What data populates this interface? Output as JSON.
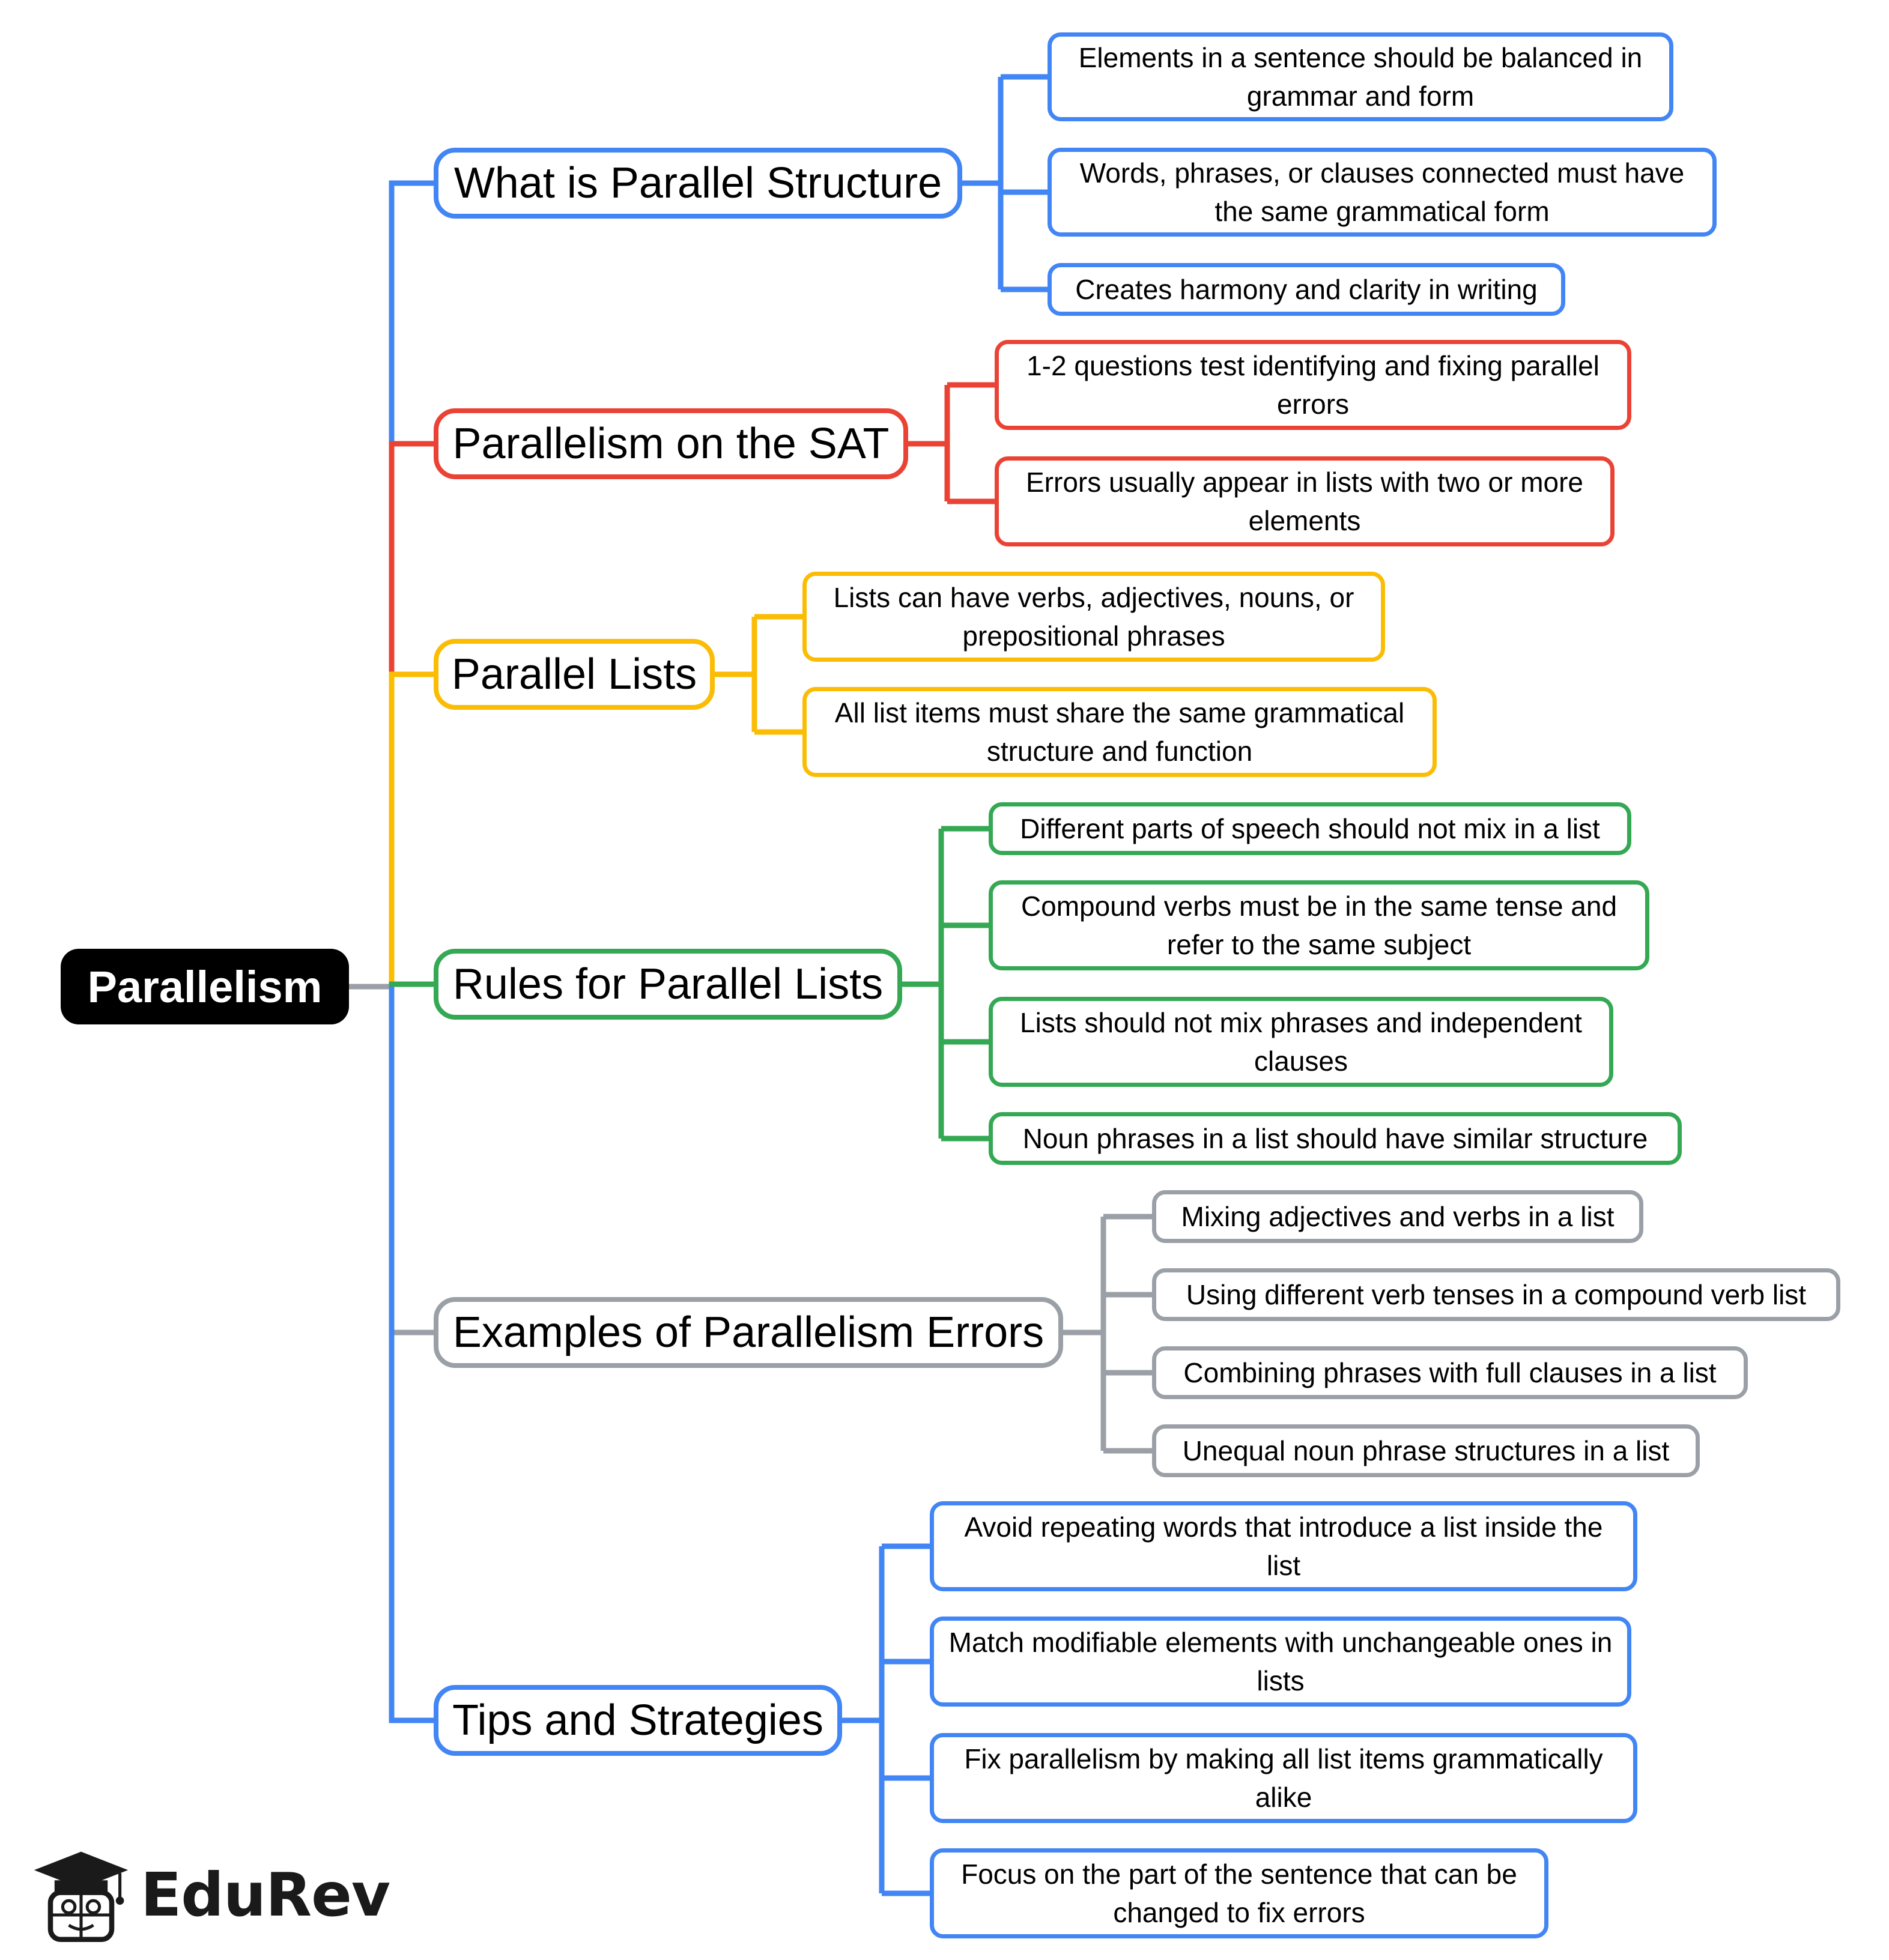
{
  "root": {
    "label": "Parallelism"
  },
  "colors": {
    "blue": "#4285f4",
    "red": "#ea4335",
    "yellow": "#fbbc04",
    "green": "#34a853",
    "gray": "#9aa0a6"
  },
  "branches": [
    {
      "label": "What is Parallel Structure",
      "color": "#4285f4",
      "items": [
        "Elements in a sentence should be balanced in grammar and form",
        "Words, phrases, or clauses connected must have the same grammatical form",
        "Creates harmony and clarity in writing"
      ]
    },
    {
      "label": "Parallelism on the SAT",
      "color": "#ea4335",
      "items": [
        "1-2 questions test identifying and fixing parallel errors",
        "Errors usually appear in lists with two or more elements"
      ]
    },
    {
      "label": "Parallel Lists",
      "color": "#fbbc04",
      "items": [
        "Lists can have verbs, adjectives, nouns, or prepositional phrases",
        "All list items must share the same grammatical structure and function"
      ]
    },
    {
      "label": "Rules for Parallel Lists",
      "color": "#34a853",
      "items": [
        "Different parts of speech should not mix in a list",
        "Compound verbs must be in the same tense and refer to the same subject",
        "Lists should not mix phrases and independent clauses",
        "Noun phrases in a list should have similar structure"
      ]
    },
    {
      "label": "Examples of Parallelism Errors",
      "color": "#9aa0a6",
      "items": [
        "Mixing adjectives and verbs in a list",
        "Using different verb tenses in a compound verb list",
        "Combining phrases with full clauses in a list",
        "Unequal noun phrase structures in a list"
      ]
    },
    {
      "label": "Tips and Strategies",
      "color": "#4285f4",
      "items": [
        "Avoid repeating words that introduce a list inside the list",
        "Match modifiable elements with unchangeable ones in lists",
        "Fix parallelism by making all list items grammatically alike",
        "Focus on the part of the sentence that can be changed to fix errors"
      ]
    }
  ],
  "logo": {
    "text": "EduRev",
    "icon": "student-graduation-cap-icon"
  }
}
